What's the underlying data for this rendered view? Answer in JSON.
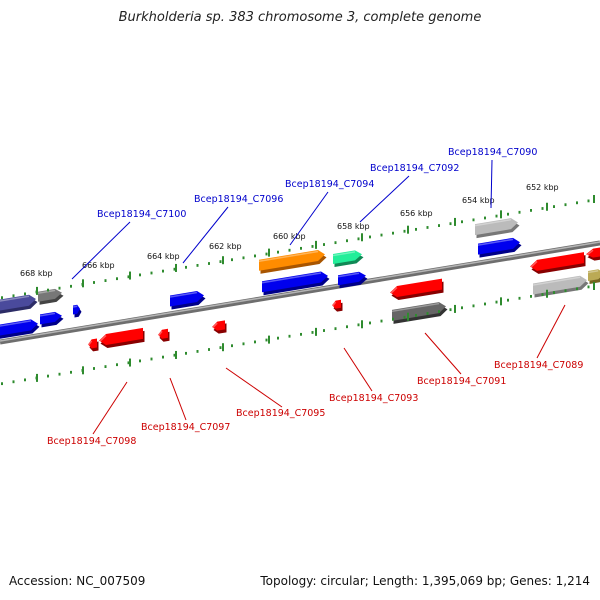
{
  "title": "Burkholderia sp. 383 chromosome 3, complete genome",
  "footer": {
    "accession": "Accession: NC_007509",
    "summary": "Topology: circular; Length: 1,395,069 bp; Genes: 1,214"
  },
  "colors": {
    "forward_label": "#0000cc",
    "reverse_label": "#cc0000",
    "backbone": "#888888",
    "tick": "#2e8b2e"
  },
  "ruler": {
    "ticks": [
      "668 kbp",
      "666 kbp",
      "664 kbp",
      "662 kbp",
      "660 kbp",
      "658 kbp",
      "656 kbp",
      "654 kbp",
      "652 kbp"
    ]
  },
  "genes_top": [
    {
      "name": "Bcep18194_C7100",
      "strand": "forward"
    },
    {
      "name": "Bcep18194_C7096",
      "strand": "forward"
    },
    {
      "name": "Bcep18194_C7094",
      "strand": "forward"
    },
    {
      "name": "Bcep18194_C7092",
      "strand": "forward"
    },
    {
      "name": "Bcep18194_C7090",
      "strand": "forward"
    }
  ],
  "genes_bottom": [
    {
      "name": "Bcep18194_C7098",
      "strand": "reverse"
    },
    {
      "name": "Bcep18194_C7097",
      "strand": "reverse"
    },
    {
      "name": "Bcep18194_C7095",
      "strand": "reverse"
    },
    {
      "name": "Bcep18194_C7093",
      "strand": "reverse"
    },
    {
      "name": "Bcep18194_C7091",
      "strand": "reverse"
    },
    {
      "name": "Bcep18194_C7089",
      "strand": "reverse"
    }
  ]
}
